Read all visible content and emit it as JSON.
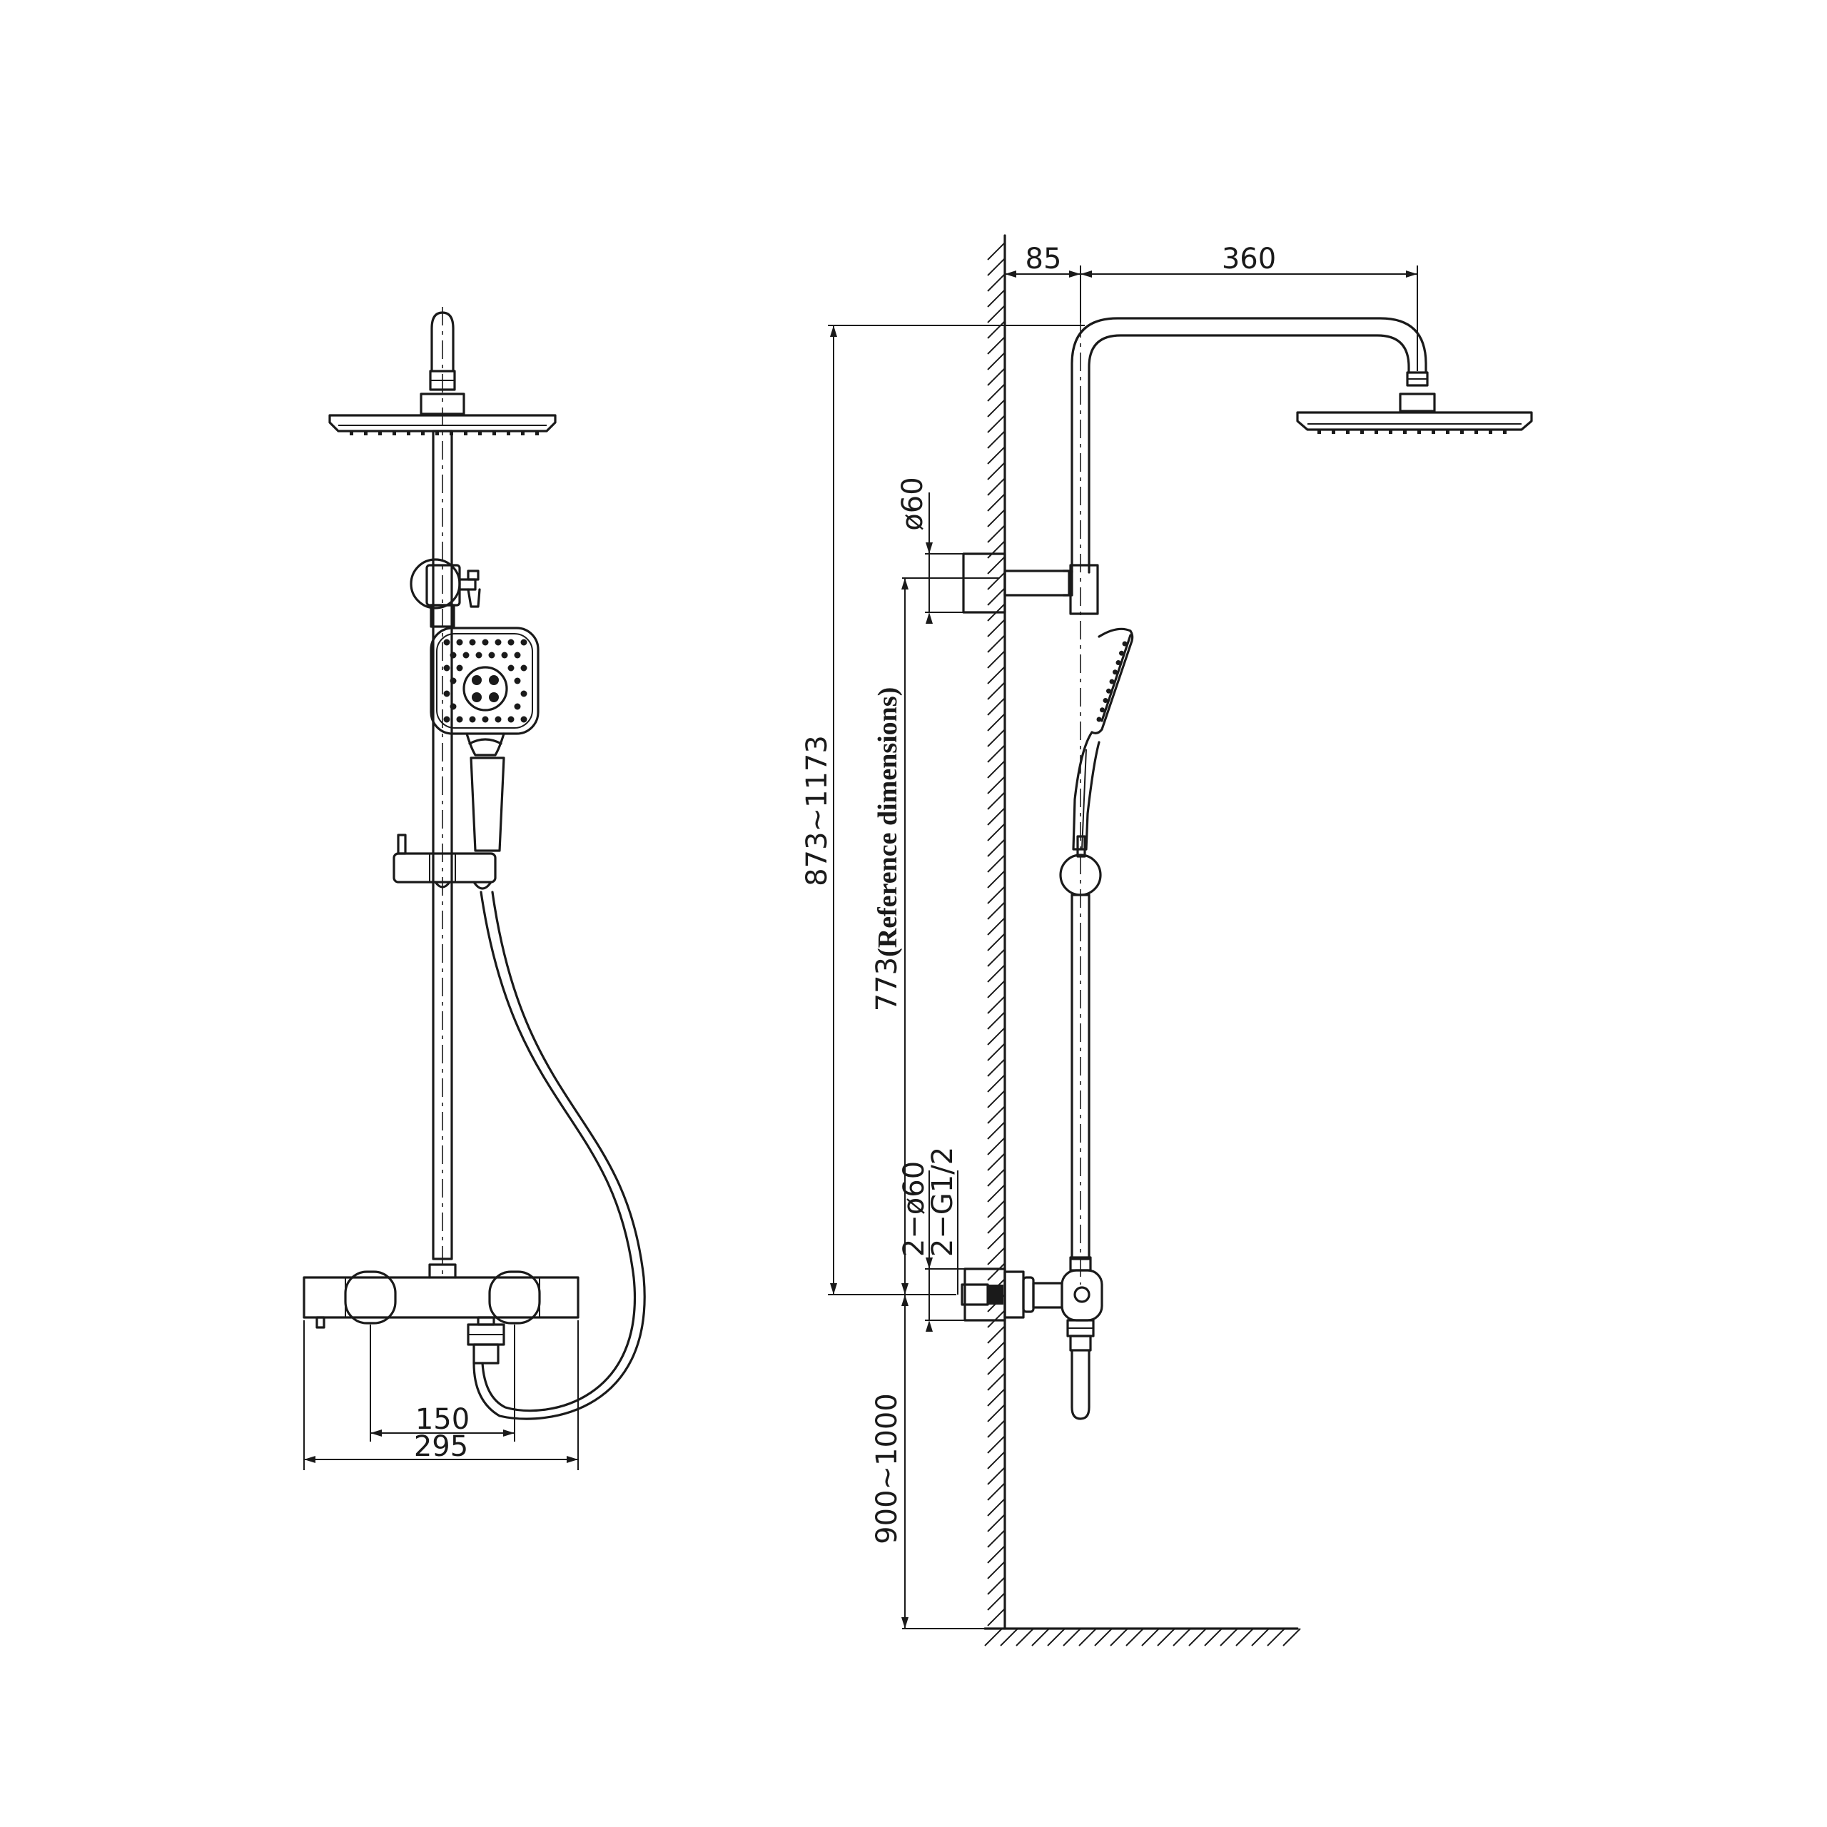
{
  "front_view": {
    "dim_inlet_spacing": "150",
    "dim_overall_width": "295"
  },
  "side_view": {
    "dim_wall_offset": "85",
    "dim_arm_reach": "360",
    "dim_bracket_diameter": "ø60",
    "dim_total_height": "873~1173",
    "dim_reference_height_value": "773",
    "dim_reference_height_note": "(Reference dimensions)",
    "dim_inlet_flange": "2−ø60",
    "dim_inlet_thread": "2−G1/2",
    "dim_mount_height": "900~1000"
  },
  "colors": {
    "line": "#1a1a1a",
    "background": "#ffffff"
  }
}
